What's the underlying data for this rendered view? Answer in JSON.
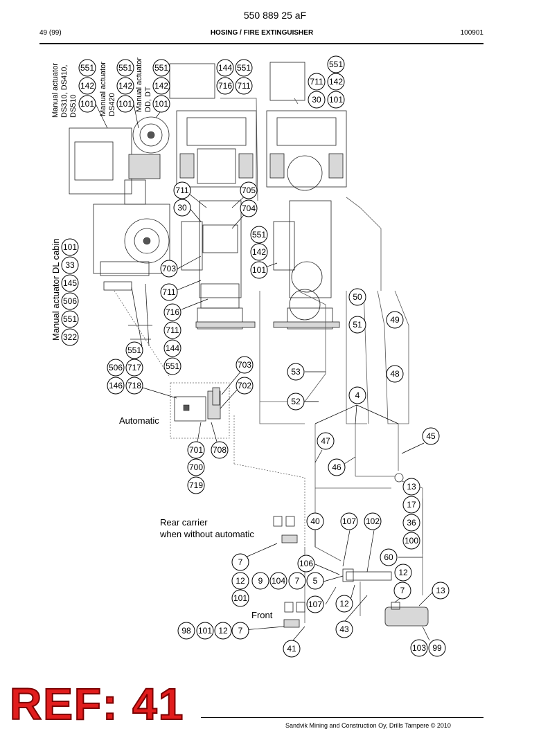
{
  "header": {
    "doc_number": "550 889 25 aF",
    "page": "49 (99)",
    "title": "HOSING / FIRE EXTINGUISHER",
    "date_code": "100901"
  },
  "labels": {
    "manual_actuator_ds310": [
      "Manual actuator",
      "DS310, DS410,",
      "DS510"
    ],
    "manual_actuator_ds420": [
      "Manual actuator",
      "DS420"
    ],
    "manual_actuator_dd": [
      "Manual actuator",
      "DD, DT"
    ],
    "manual_actuator_dl_cabin": "Manual actuator DL cabin",
    "automatic": "Automatic",
    "rear_carrier": [
      "Rear carrier",
      "when without automatic"
    ],
    "front": "Front"
  },
  "callouts": [
    "551",
    "142",
    "101",
    "551",
    "142",
    "101",
    "551",
    "142",
    "101",
    "144",
    "551",
    "716",
    "711",
    "551",
    "711",
    "142",
    "30",
    "101",
    "711",
    "705",
    "30",
    "704",
    "551",
    "142",
    "101",
    "101",
    "33",
    "145",
    "506",
    "551",
    "322",
    "703",
    "711",
    "716",
    "711",
    "144",
    "551",
    "551",
    "506",
    "717",
    "146",
    "718",
    "703",
    "702",
    "50",
    "49",
    "51",
    "53",
    "48",
    "52",
    "4",
    "47",
    "45",
    "46",
    "701",
    "708",
    "700",
    "719",
    "13",
    "17",
    "36",
    "100",
    "40",
    "107",
    "102",
    "60",
    "7",
    "106",
    "12",
    "9",
    "104",
    "7",
    "5",
    "12",
    "101",
    "7",
    "13",
    "107",
    "12",
    "98",
    "101",
    "12",
    "7",
    "43",
    "41",
    "103",
    "99"
  ],
  "stamp": "REF: 41",
  "footer": "Sandvik Mining and Construction Oy, Drills Tampere © 2010"
}
